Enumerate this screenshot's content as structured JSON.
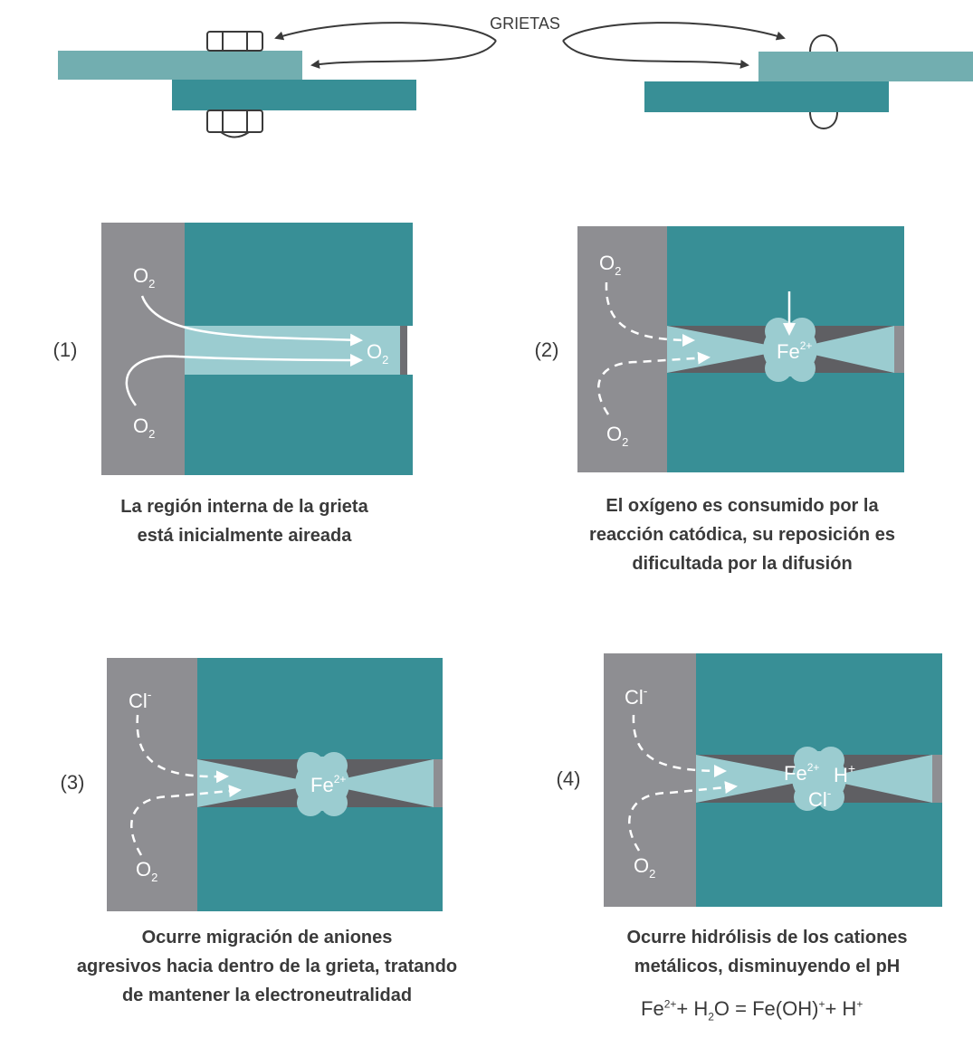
{
  "top_label": "GRIETAS",
  "panels": [
    {
      "number": "(1)",
      "o2_top": "O",
      "o2_bottom": "O",
      "o2_inner": "O",
      "sub2": "2",
      "caption": [
        "La región interna de la grieta",
        "está inicialmente aireada"
      ]
    },
    {
      "number": "(2)",
      "o2_top": "O",
      "o2_bottom": "O",
      "sub2": "2",
      "fe": "Fe",
      "fe_sup": "2+",
      "caption": [
        "El oxígeno es consumido por la",
        "reacción catódica, su reposición es",
        "dificultada por la difusión"
      ]
    },
    {
      "number": "(3)",
      "cl": "Cl",
      "cl_sup": "-",
      "o2_bottom": "O",
      "sub2": "2",
      "fe": "Fe",
      "fe_sup": "2+",
      "caption": [
        "Ocurre migración de aniones",
        "agresivos hacia dentro de la grieta, tratando",
        "de mantener la electroneutralidad"
      ]
    },
    {
      "number": "(4)",
      "cl": "Cl",
      "cl_sup": "-",
      "o2_bottom": "O",
      "sub2": "2",
      "fe": "Fe",
      "fe_sup": "2+",
      "h": "H",
      "h_sup": "+",
      "cl_inner": "Cl",
      "cl_inner_sup": "-",
      "caption": [
        "Ocurre hidrólisis de los cationes",
        "metálicos, disminuyendo el pH"
      ]
    }
  ],
  "equation": {
    "p1": "Fe",
    "s1": "2+",
    "p2": "+ H",
    "s2": "2",
    "p3": "O = Fe(OH)",
    "s3": "+",
    "p4": "+ H",
    "s4": "+"
  },
  "colors": {
    "teal": "#388f96",
    "light_teal": "#72aeb0",
    "gray": "#8e8e92",
    "crevice_dark": "#5f5f63",
    "solution": "#9bccd0",
    "text": "#3a3a3a"
  }
}
